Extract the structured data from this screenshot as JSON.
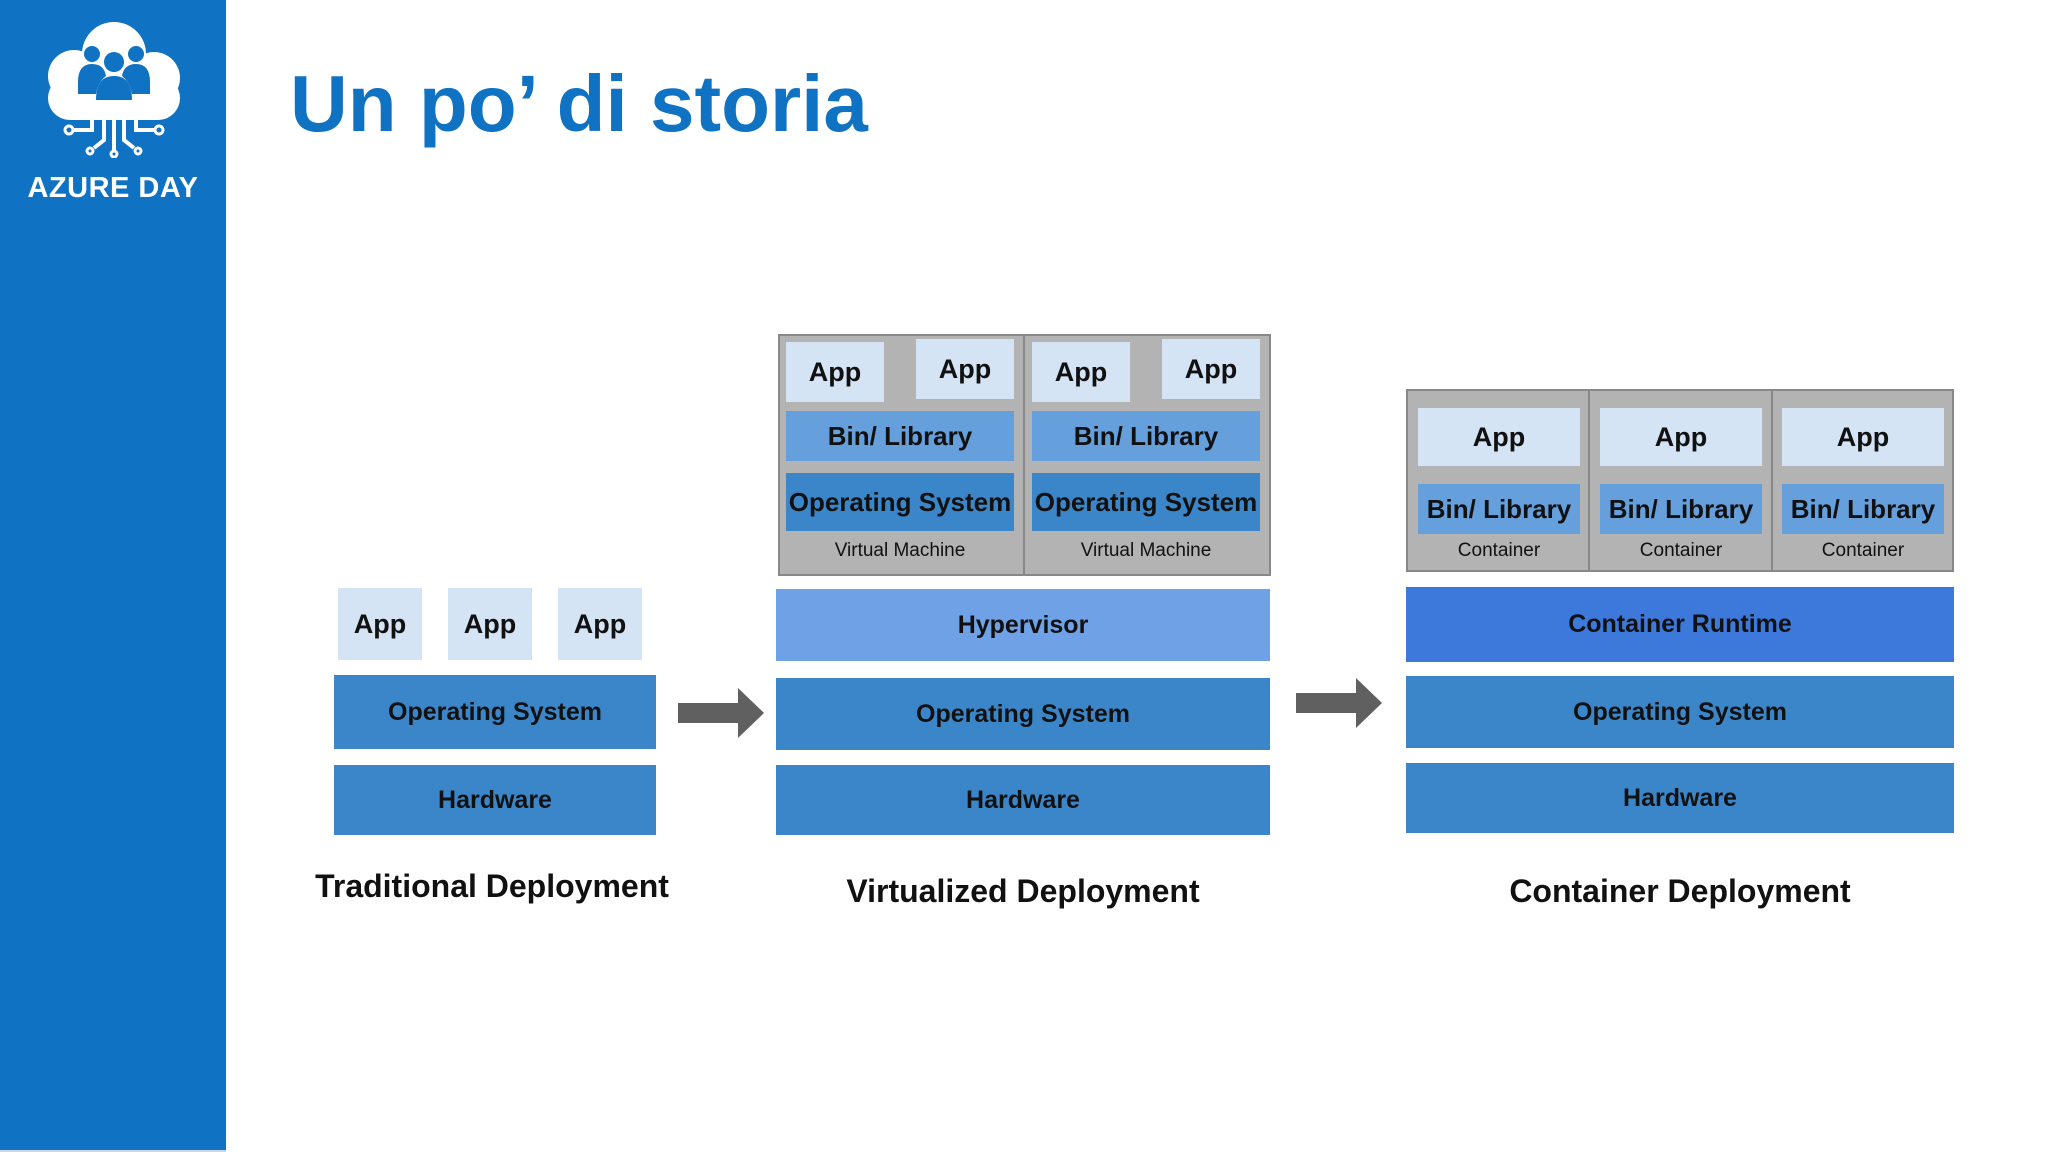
{
  "sidebar": {
    "brand": "AZURE DAY",
    "logo_icon": "cloud-people-circuit-icon"
  },
  "title": "Un po’ di storia",
  "colors": {
    "accent": "#0f72c2",
    "app": "#d5e4f5",
    "os": "#3b86c8",
    "library": "#659fdc",
    "hypervisor": "#6fa1e6",
    "runtime": "#3c79db",
    "frame": "#b3b3b3",
    "arrow": "#606060"
  },
  "traditional": {
    "apps": [
      "App",
      "App",
      "App"
    ],
    "os": "Operating System",
    "hardware": "Hardware",
    "label": "Traditional Deployment"
  },
  "virtualized": {
    "vms": [
      {
        "apps": [
          "App",
          "App"
        ],
        "library": "Bin/ Library",
        "os": "Operating System",
        "caption": "Virtual Machine"
      },
      {
        "apps": [
          "App",
          "App"
        ],
        "library": "Bin/ Library",
        "os": "Operating System",
        "caption": "Virtual Machine"
      }
    ],
    "hypervisor": "Hypervisor",
    "os": "Operating System",
    "hardware": "Hardware",
    "label": "Virtualized Deployment"
  },
  "container": {
    "containers": [
      {
        "app": "App",
        "library": "Bin/ Library",
        "caption": "Container"
      },
      {
        "app": "App",
        "library": "Bin/ Library",
        "caption": "Container"
      },
      {
        "app": "App",
        "library": "Bin/ Library",
        "caption": "Container"
      }
    ],
    "runtime": "Container Runtime",
    "os": "Operating System",
    "hardware": "Hardware",
    "label": "Container Deployment"
  }
}
